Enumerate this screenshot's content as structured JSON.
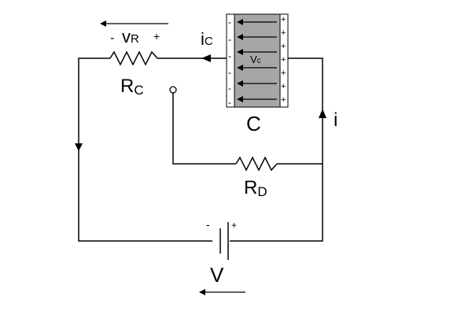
{
  "labels": {
    "vr_minus": "-",
    "vr_v": "v",
    "vr_sub": "R",
    "vr_plus": "+",
    "ic_i": "i",
    "ic_sub": "C",
    "rc_r": "R",
    "rc_sub": "C",
    "cap_name": "C",
    "vc_v": "V",
    "vc_sub": "c",
    "i_label": "i",
    "rd_r": "R",
    "rd_sub": "D",
    "batt_minus": "-",
    "batt_plus": "+",
    "v_label": "V"
  },
  "capacitor": {
    "left_signs": [
      "-",
      "-",
      "-",
      "-",
      "-",
      "-"
    ],
    "right_signs": [
      "+",
      "+",
      "+",
      "+",
      "+",
      "+",
      "+"
    ]
  },
  "colors": {
    "line": "#000000",
    "plate_fill": "#a6a6a6",
    "background": "#ffffff"
  }
}
